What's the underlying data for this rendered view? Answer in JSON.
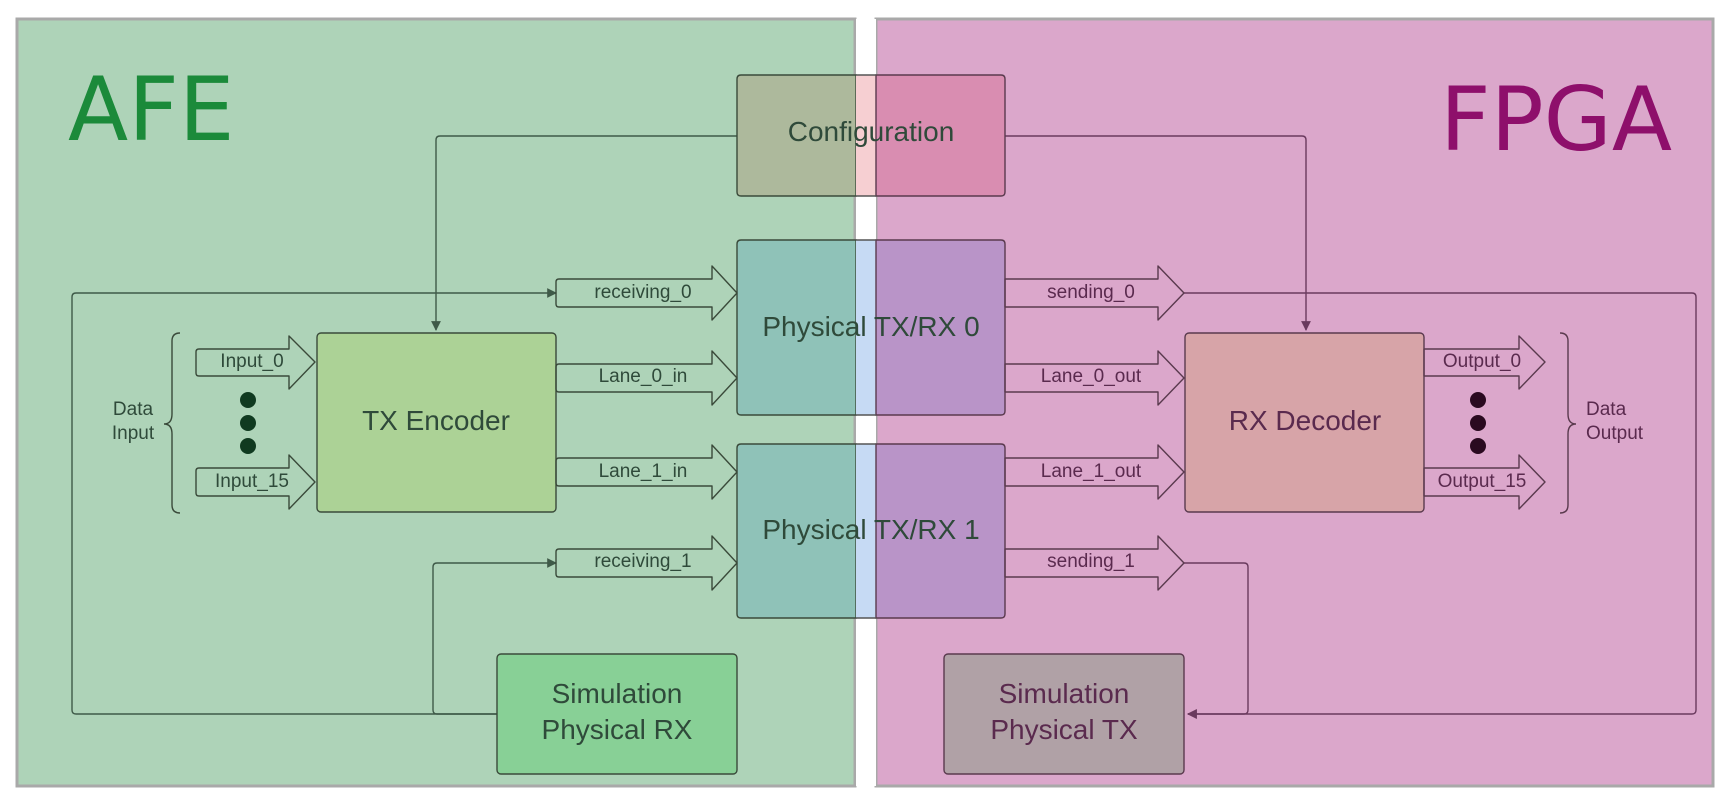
{
  "regions": {
    "afe": {
      "title": "AFE",
      "fill": "#a9d4b5",
      "title_color": "#1b8a3a"
    },
    "fpga": {
      "title": "FPGA",
      "fill": "#dba6cb",
      "title_color": "#8e0f6b"
    }
  },
  "blocks": {
    "configuration": "Configuration",
    "phy0": "Physical TX/RX 0",
    "phy1": "Physical TX/RX 1",
    "tx_encoder": "TX Encoder",
    "rx_decoder": "RX Decoder",
    "sim_rx_line1": "Simulation",
    "sim_rx_line2": "Physical RX",
    "sim_tx_line1": "Simulation",
    "sim_tx_line2": "Physical TX"
  },
  "signals": {
    "receiving_0": "receiving_0",
    "receiving_1": "receiving_1",
    "lane_0_in": "Lane_0_in",
    "lane_1_in": "Lane_1_in",
    "sending_0": "sending_0",
    "sending_1": "sending_1",
    "lane_0_out": "Lane_0_out",
    "lane_1_out": "Lane_1_out",
    "input_0": "Input_0",
    "input_15": "Input_15",
    "output_0": "Output_0",
    "output_15": "Output_15"
  },
  "groups": {
    "data_input_line1": "Data",
    "data_input_line2": "Input",
    "data_output_line1": "Data",
    "data_output_line2": "Output"
  },
  "colors": {
    "line": "#3f5a48",
    "text_dark": "#2f4a3a",
    "phy_left": "#8fc2b8",
    "phy_right": "#b994c8",
    "config_left": "#adb99c",
    "config_right": "#d88cb0"
  }
}
